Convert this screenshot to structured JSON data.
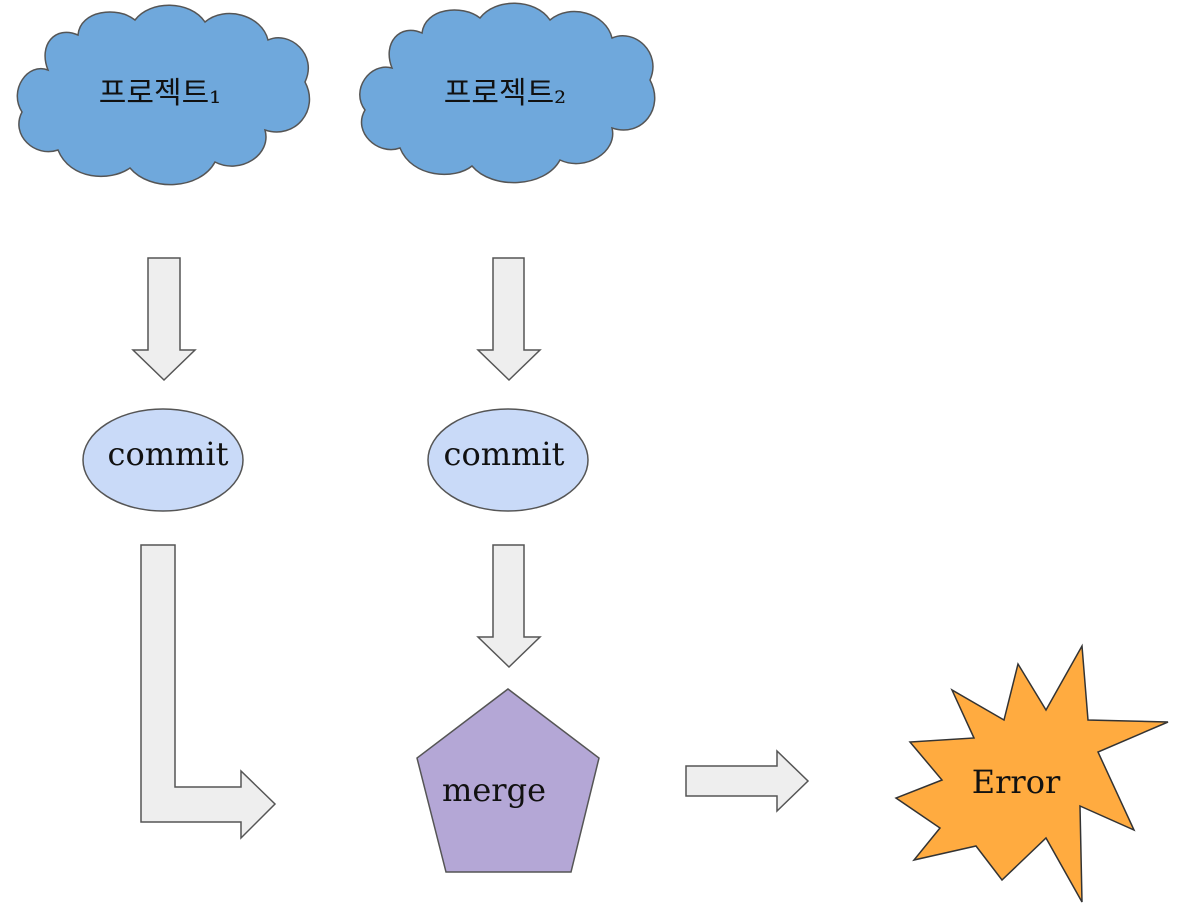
{
  "projects": [
    {
      "label": "프로젝트₁"
    },
    {
      "label": "프로젝트₂"
    }
  ],
  "commits": [
    {
      "label": "commit"
    },
    {
      "label": "commit"
    }
  ],
  "merge": {
    "label": "merge"
  },
  "error": {
    "label": "Error"
  },
  "colors": {
    "cloud_fill": "#6fa8dc",
    "commit_fill": "#c9daf8",
    "merge_fill": "#b4a7d6",
    "error_fill": "#ffab40",
    "arrow_fill": "#eeeeee",
    "stroke": "#555555"
  }
}
